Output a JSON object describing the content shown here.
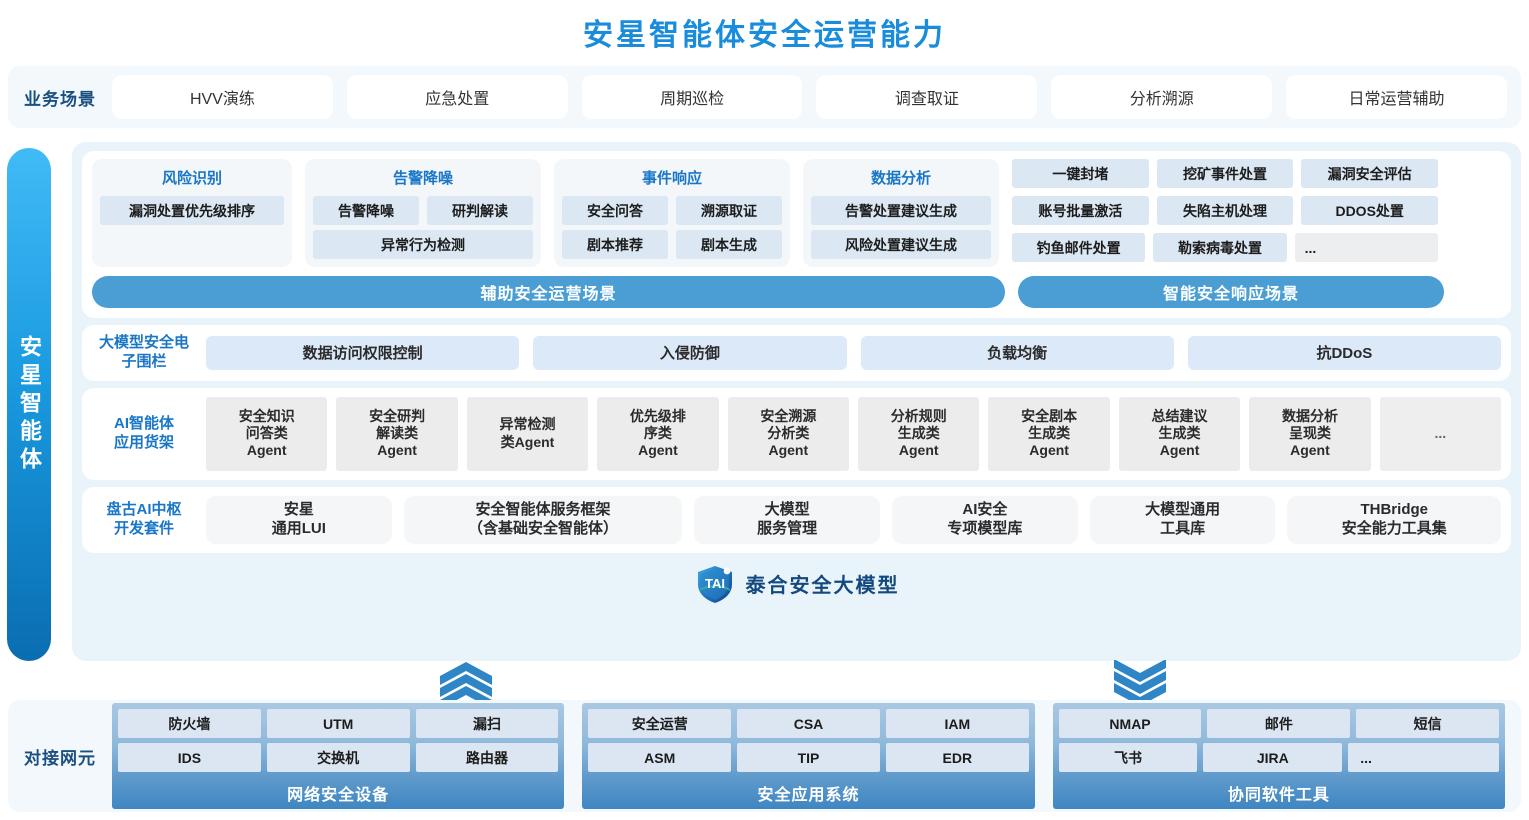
{
  "title": "安星智能体安全运营能力",
  "colors": {
    "title_blue": "#1a8cdc",
    "pill_blue": "#4a9ed4",
    "section_bg": "#e9f3fa",
    "tile_blue": "#dbe7f3",
    "label_blue": "#1a77c8"
  },
  "business": {
    "label": "业务场景",
    "items": [
      {
        "label": "HVV演练"
      },
      {
        "label": "应急处置"
      },
      {
        "label": "周期巡检"
      },
      {
        "label": "调查取证"
      },
      {
        "label": "分析溯源"
      },
      {
        "label": "日常运营辅助"
      }
    ]
  },
  "left_rail": {
    "label": "安星智能体"
  },
  "scenarios": {
    "groups": [
      {
        "title": "风险识别",
        "rows": [
          [
            "漏洞处置优先级排序"
          ]
        ]
      },
      {
        "title": "告警降噪",
        "rows": [
          [
            "告警降噪",
            "研判解读"
          ],
          [
            "异常行为检测"
          ]
        ]
      },
      {
        "title": "事件响应",
        "rows": [
          [
            "安全问答",
            "溯源取证"
          ],
          [
            "剧本推荐",
            "剧本生成"
          ]
        ]
      },
      {
        "title": "数据分析",
        "rows": [
          [
            "告警处置建议生成"
          ],
          [
            "风险处置建议生成"
          ]
        ]
      }
    ],
    "response_grid": [
      [
        "一键封堵",
        "挖矿事件处置",
        "漏洞安全评估"
      ],
      [
        "账号批量激活",
        "失陷主机处理",
        "DDOS处置"
      ],
      [
        "钓鱼邮件处置",
        "勒索病毒处置",
        "..."
      ]
    ],
    "bars": {
      "left": "辅助安全运营场景",
      "right": "智能安全响应场景"
    }
  },
  "fence": {
    "label": "大模型安全电\n子围栏",
    "items": [
      {
        "label": "数据访问权限控制"
      },
      {
        "label": "入侵防御"
      },
      {
        "label": "负载均衡"
      },
      {
        "label": "抗DDoS"
      }
    ]
  },
  "agent_shelf": {
    "label": "AI智能体\n应用货架",
    "items": [
      {
        "label": "安全知识\n问答类\nAgent"
      },
      {
        "label": "安全研判\n解读类\nAgent"
      },
      {
        "label": "异常检测\n类Agent"
      },
      {
        "label": "优先级排\n序类\nAgent"
      },
      {
        "label": "安全溯源\n分析类\nAgent"
      },
      {
        "label": "分析规则\n生成类\nAgent"
      },
      {
        "label": "安全剧本\n生成类\nAgent"
      },
      {
        "label": "总结建议\n生成类\nAgent"
      },
      {
        "label": "数据分析\n呈现类\nAgent"
      },
      {
        "label": "..."
      }
    ]
  },
  "dev_kit": {
    "label": "盘古AI中枢\n开发套件",
    "items": [
      {
        "label": "安星\n通用LUI"
      },
      {
        "label": "安全智能体服务框架\n（含基础安全智能体）"
      },
      {
        "label": "大模型\n服务管理"
      },
      {
        "label": "AI安全\n专项模型库"
      },
      {
        "label": "大模型通用\n工具库"
      },
      {
        "label": "THBridge\n安全能力工具集"
      }
    ]
  },
  "model_footer": {
    "logo_name": "taihe-shield-logo",
    "logo_text": "TAI",
    "name": "泰合安全大模型"
  },
  "connectors": {
    "label": "对接网元",
    "arrow_up": "chevron-up-stack-icon",
    "arrow_down": "chevron-down-stack-icon",
    "groups": [
      {
        "caption": "网络安全设备",
        "rows": [
          [
            "防火墙",
            "UTM",
            "漏扫"
          ],
          [
            "IDS",
            "交换机",
            "路由器"
          ]
        ]
      },
      {
        "caption": "安全应用系统",
        "rows": [
          [
            "安全运营",
            "CSA",
            "IAM"
          ],
          [
            "ASM",
            "TIP",
            "EDR"
          ]
        ]
      },
      {
        "caption": "协同软件工具",
        "rows": [
          [
            "NMAP",
            "邮件",
            "短信"
          ],
          [
            "飞书",
            "JIRA",
            "..."
          ]
        ]
      }
    ]
  }
}
